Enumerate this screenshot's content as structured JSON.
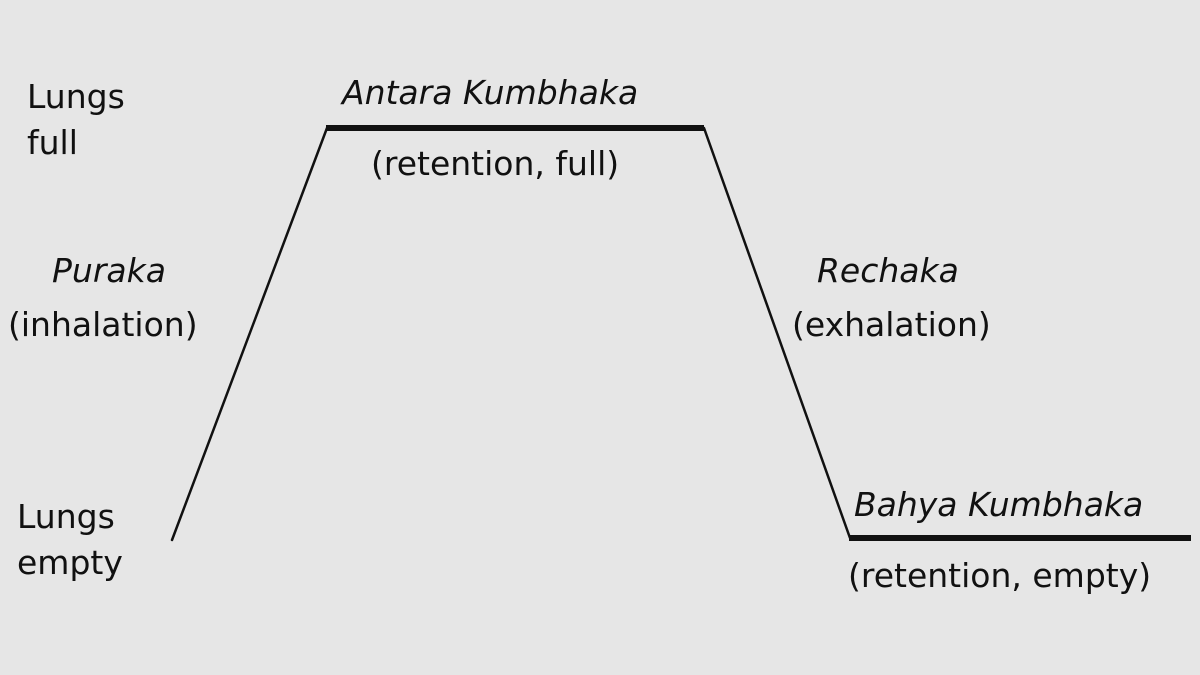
{
  "colors": {
    "background": "#e6e6e6",
    "ink": "#111111"
  },
  "axis": {
    "top_line1": "Lungs",
    "top_line2": "full",
    "bottom_line1": "Lungs",
    "bottom_line2": "empty"
  },
  "phases": {
    "puraka": {
      "name": "Puraka",
      "desc": "(inhalation)"
    },
    "antara": {
      "name": "Antara Kumbhaka",
      "desc": "(retention, full)"
    },
    "rechaka": {
      "name": "Rechaka",
      "desc": "(exhalation)"
    },
    "bahya": {
      "name": "Bahya Kumbhaka",
      "desc": "(retention, empty)"
    }
  }
}
